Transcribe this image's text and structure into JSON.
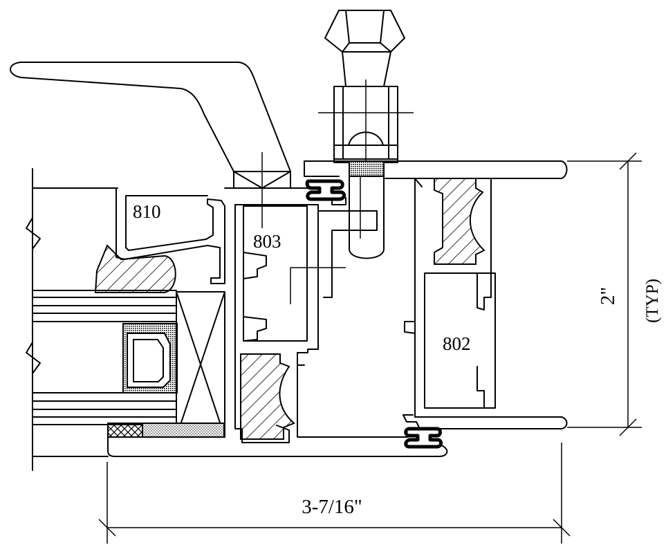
{
  "parts": {
    "handle_frame": "810",
    "vent": "803",
    "main_frame": "802"
  },
  "dimensions": {
    "width": "3-7/16\"",
    "height": "2\"",
    "height_note": "(TYP)"
  }
}
